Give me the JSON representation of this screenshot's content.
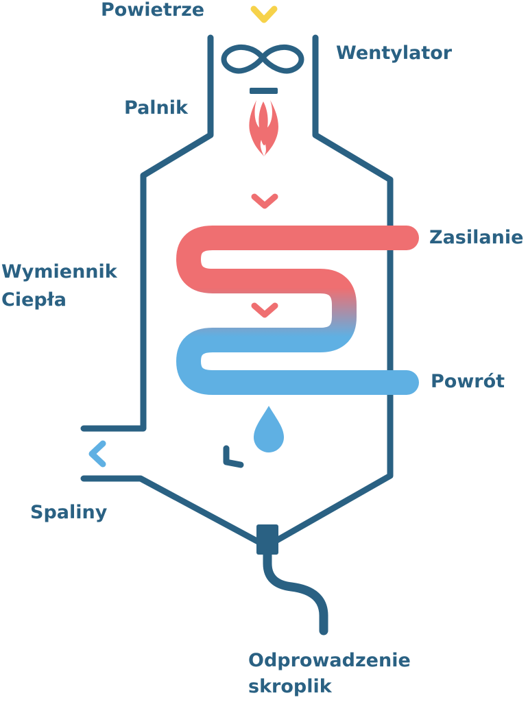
{
  "labels": {
    "air": "Powietrze",
    "fan": "Wentylator",
    "burner": "Palnik",
    "supply": "Zasilanie",
    "heat_exchanger_line1": "Wymiennik",
    "heat_exchanger_line2": "Ciepła",
    "return": "Powrót",
    "flue_gas": "Spaliny",
    "condensate_line1": "Odprowadzenie",
    "condensate_line2": "skroplik"
  },
  "colors": {
    "outline": "#2a6183",
    "air_arrow": "#f6d24a",
    "hot": "#ef6f71",
    "cold": "#5fb0e3",
    "flue_arrow": "#5fb0e3",
    "background": "#ffffff"
  },
  "icons": {
    "fan": "fan-infinity-icon",
    "burner": "flame-icon",
    "droplet": "water-drop-icon"
  }
}
